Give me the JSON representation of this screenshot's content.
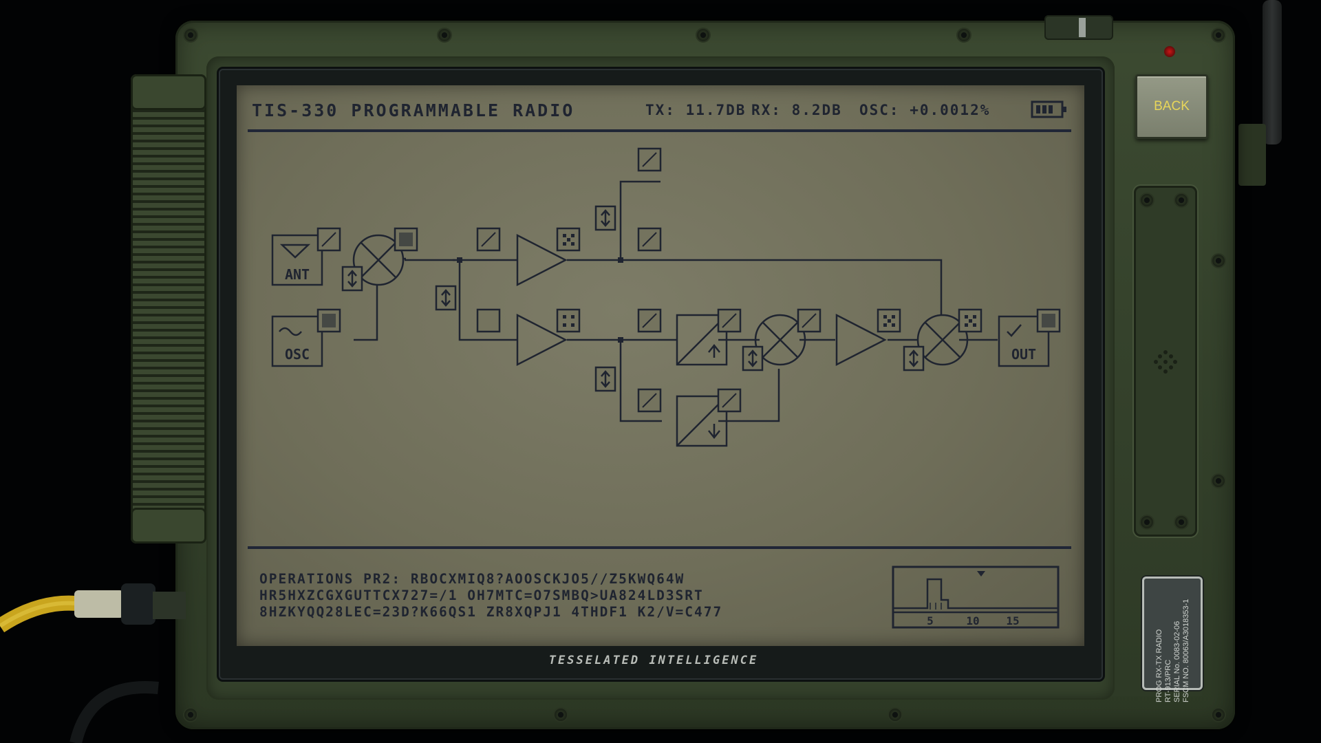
{
  "screen": {
    "title": "TIS-330 PROGRAMMABLE RADIO",
    "tx": "TX: 11.7DB",
    "rx": "RX: 8.2DB",
    "osc": "OSC: +0.0012%",
    "battery_icon": "battery-icon"
  },
  "diagram": {
    "ant_label": "ANT",
    "osc_label": "OSC",
    "out_label": "OUT"
  },
  "operations": {
    "line1": "OPERATIONS PR2: RBOCXMIQ8?AOOSCKJO5//Z5KWQ64W",
    "line2": "HR5HXZCGXGUTTCX727=/1 OH7MTC=O7SMBQ>UA824LD3SRT",
    "line3": "8HZKYQQ28LEC=23D?K66QS1 ZR8XQPJ1 4THDF1 K2/V=C477"
  },
  "scope": {
    "ticks": [
      "5",
      "10",
      "15"
    ]
  },
  "branding": {
    "screen_footer": "TESSELATED INTELLIGENCE"
  },
  "controls": {
    "back_label": "BACK"
  },
  "plate": {
    "text": "PROG RX-TX RADIO\nRT-913/PRC\nSERIAL No. 0083-02-06\nFSCM NO. 80063/A3018353-1"
  }
}
